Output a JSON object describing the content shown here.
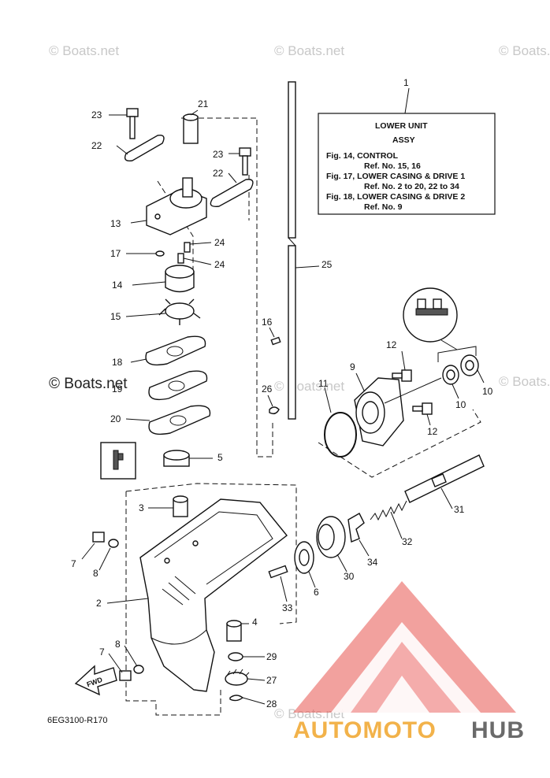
{
  "watermarks": {
    "top_left": "© Boats.net",
    "top_center": "© Boats.net",
    "top_right": "© Boats.net",
    "middle_left": "© Boats.net",
    "middle_center": "© Boats.net",
    "middle_right": "© Boats.net",
    "bottom_center": "© Boats.net"
  },
  "info_box": {
    "ref_number": "1",
    "line1": "LOWER UNIT",
    "line2": "ASSY",
    "line3": "Fig. 14, CONTROL",
    "line4": "Ref. No. 15, 16",
    "line5": "Fig. 17, LOWER CASING & DRIVE 1",
    "line6": "Ref. No. 2 to 20, 22 to 34",
    "line7": "Fig. 18, LOWER CASING & DRIVE 2",
    "line8": "Ref. No. 9"
  },
  "callouts": {
    "c2": "2",
    "c3": "3",
    "c4": "4",
    "c5": "5",
    "c6": "6",
    "c7a": "7",
    "c7b": "7",
    "c8a": "8",
    "c8b": "8",
    "c9": "9",
    "c10a": "10",
    "c10b": "10",
    "c11": "11",
    "c12a": "12",
    "c12b": "12",
    "c13": "13",
    "c14": "14",
    "c15": "15",
    "c16": "16",
    "c17": "17",
    "c18": "18",
    "c19": "19",
    "c20": "20",
    "c21": "21",
    "c22a": "22",
    "c22b": "22",
    "c23a": "23",
    "c23b": "23",
    "c24a": "24",
    "c24b": "24",
    "c25": "25",
    "c26": "26",
    "c27": "27",
    "c28": "28",
    "c29": "29",
    "c30": "30",
    "c31": "31",
    "c32": "32",
    "c33": "33",
    "c34": "34"
  },
  "fwd_label": "FWD",
  "diagram_code": "6EG3100-R170",
  "brand": {
    "part1": "AUTOMOTO",
    "part2": "HUB"
  },
  "colors": {
    "logo_red": "#e8534f",
    "logo_gold": "#f2b24a",
    "logo_gray": "#6a6a6a"
  }
}
